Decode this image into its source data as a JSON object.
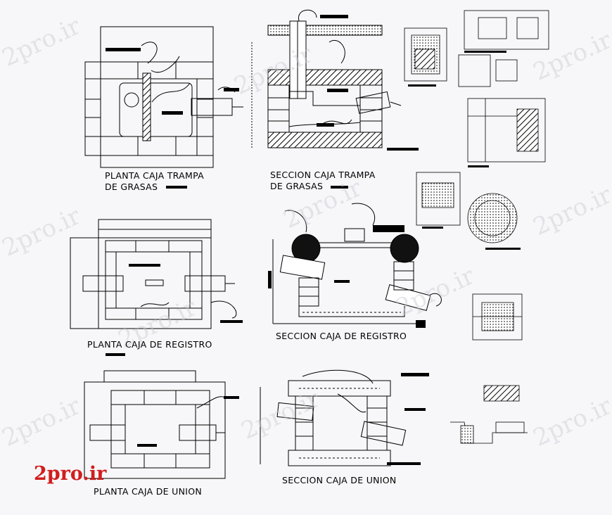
{
  "titles": {
    "planta_trampa_1": "PLANTA CAJA TRAMPA",
    "planta_trampa_2": "DE GRASAS",
    "seccion_trampa_1": "SECCION CAJA TRAMPA",
    "seccion_trampa_2": "DE GRASAS",
    "planta_registro": "PLANTA CAJA DE REGISTRO",
    "seccion_registro": "SECCION CAJA DE REGISTRO",
    "planta_union": "PLANTA CAJA DE UNION",
    "seccion_union": "SECCION CAJA DE UNION"
  },
  "watermark": "2pro.ir",
  "logo": "2pro.ir",
  "colors": {
    "line": "#000000",
    "logo": "#d31d1d",
    "watermark": "#c8c8d2"
  }
}
